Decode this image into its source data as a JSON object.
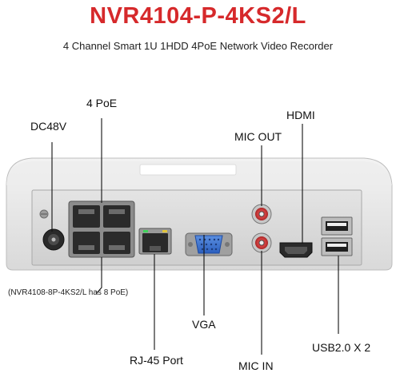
{
  "title": "NVR4104-P-4KS2/L",
  "subtitle": "4 Channel Smart 1U 1HDD 4PoE Network Video Recorder",
  "labels": {
    "poe": "4 PoE",
    "dc48v": "DC48V",
    "hdmi": "HDMI",
    "mic_out": "MIC OUT",
    "vga": "VGA",
    "rj45": "RJ-45 Port",
    "mic_in": "MIC IN",
    "usb": "USB2.0 X 2"
  },
  "note": "(NVR4108-8P-4KS2/L has 8 PoE)"
}
